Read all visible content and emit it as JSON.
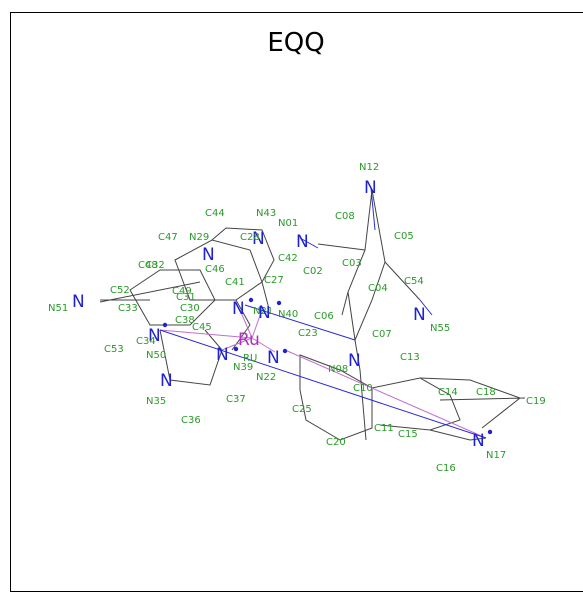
{
  "title": "EQQ",
  "metal": {
    "symbol": "Ru",
    "label": "RU"
  },
  "atoms": {
    "carbon": [
      "C02",
      "C03",
      "C04",
      "C05",
      "C06",
      "C07",
      "C08",
      "C10",
      "C11",
      "C13",
      "C14",
      "C15",
      "C16",
      "C18",
      "C19",
      "C20",
      "C23",
      "C25",
      "C27",
      "C28",
      "C30",
      "C31",
      "C32",
      "C33",
      "C34",
      "C36",
      "C37",
      "C38",
      "C41",
      "C42",
      "C44",
      "C45",
      "C46",
      "C47",
      "C48",
      "C49",
      "C52",
      "C53",
      "C54"
    ],
    "nitrogen": [
      "N01",
      "N12",
      "N17",
      "N21",
      "N22",
      "N29",
      "N35",
      "N39",
      "N40",
      "N43",
      "N50",
      "N51",
      "N55",
      "N08"
    ]
  },
  "nitrogen_symbol": "N",
  "colors": {
    "carbon": "#2a9a2a",
    "nitrogen": "#1e22d0",
    "metal": "#b030c0",
    "bond": "#444444"
  }
}
